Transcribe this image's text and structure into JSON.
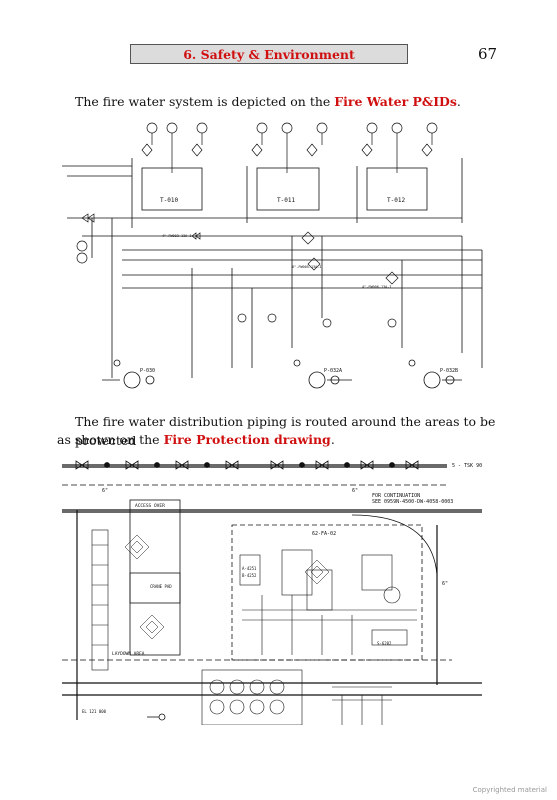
{
  "header": {
    "chapter": "6. Safety & Environment",
    "page_number": "67"
  },
  "paragraph1": {
    "text": "The fire water system is depicted on the ",
    "highlight": "Fire Water P&IDs",
    "end": "."
  },
  "pid": {
    "tanks": [
      "T-010",
      "T-011",
      "T-012"
    ],
    "pumps": [
      "P-030",
      "P-032A",
      "P-032B"
    ],
    "line_label": "4\"-FW003-13A-I"
  },
  "paragraph2": {
    "line1": "The fire water distribution piping is routed around the areas to be protected",
    "line2_start": "as shown on the ",
    "highlight": "Fire Protection drawing",
    "end": "."
  },
  "plan": {
    "sheet": "5 - TSK 90",
    "continuation_1": "FOR CONTINUATION",
    "continuation_2": "SEE 0959N-4500-DW-4058-0003",
    "area": "62-FA-02",
    "access": "ACCESS OVER",
    "crane": "CRANE PAD",
    "dim1": "6\"",
    "dim2": "6\"",
    "dim3": "6\"",
    "elev": "EL 121 000",
    "eq1": "A-4251",
    "eq2": "B-4252",
    "note": "LAYDOWN AREA",
    "label_right": "S-6202"
  },
  "footer": {
    "copyright": "Copyrighted material"
  }
}
